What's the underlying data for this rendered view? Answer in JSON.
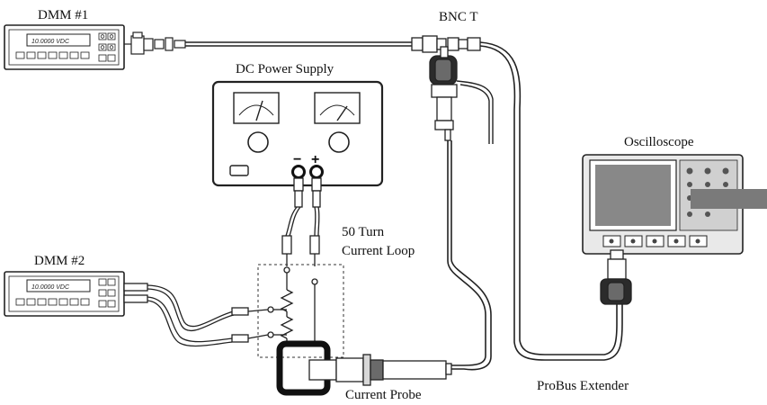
{
  "labels": {
    "dmm1": "DMM #1",
    "dmm2": "DMM #2",
    "bnc_t": "BNC T",
    "dc_power_supply": "DC Power Supply",
    "oscilloscope": "Oscilloscope",
    "current_loop_line1": "50 Turn",
    "current_loop_line2": "Current Loop",
    "current_probe": "Current Probe",
    "probus_extender": "ProBus Extender"
  },
  "dmm1_display": "10.0000 VDC",
  "dmm2_display": "10.0000 VDC",
  "polarity": {
    "minus": "−",
    "plus": "+"
  }
}
